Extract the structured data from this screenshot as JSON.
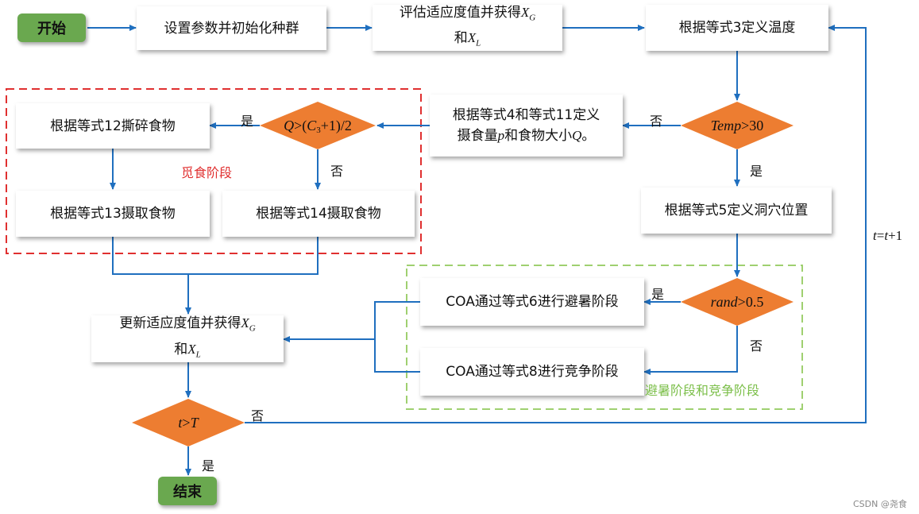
{
  "nodes": {
    "start": "开始",
    "init": "设置参数并初始化种群",
    "eval_prefix": "评估适应度值并获得",
    "eval_xg": "X",
    "eval_g": "G",
    "eval_and": "和",
    "eval_xl": "X",
    "eval_l": "L",
    "temp_def": "根据等式3定义温度",
    "temp_cond_var": "Temp",
    "temp_cond_op": ">30",
    "intake_line1": "根据等式4和等式11定义",
    "intake_line2_a": "摄食量",
    "intake_line2_p": "p",
    "intake_line2_b": "和食物大小",
    "intake_line2_q": "Q",
    "intake_line2_c": "。",
    "q_cond_q": "Q",
    "q_cond_rest1": ">(",
    "q_cond_c": "C",
    "q_cond_sub": "3",
    "q_cond_rest2": "+1)/2",
    "shred": "根据等式12撕碎食物",
    "take13": "根据等式13摄取食物",
    "take14": "根据等式14摄取食物",
    "cave": "根据等式5定义洞穴位置",
    "rand_cond_var": "rand",
    "rand_cond_op": ">0.5",
    "summer": "COA通过等式6进行避暑阶段",
    "compete": "COA通过等式8进行竞争阶段",
    "update_prefix": "更新适应度值并获得",
    "update_xg": "X",
    "update_g": "G",
    "update_and": "和",
    "update_xl": "X",
    "update_l": "L",
    "t_cond_t": "t",
    "t_cond_op": ">",
    "t_cond_T": "T",
    "end": "结束"
  },
  "labels": {
    "yes": "是",
    "no": "否",
    "loop_t1": "t",
    "loop_eq": "=",
    "loop_t2": "t",
    "loop_plus": "+1"
  },
  "groups": {
    "foraging": "觅食阶段",
    "summer_compete": "避暑阶段和竞争阶段"
  },
  "watermark": "CSDN @尧食",
  "colors": {
    "arrow": "#1f6fbf",
    "decision": "#ed7d31",
    "terminal": "#6aa84f",
    "foraging_border": "#e03030",
    "summer_border": "#9fd070",
    "foraging_label": "#e03030",
    "summer_label": "#7cbf4a"
  }
}
